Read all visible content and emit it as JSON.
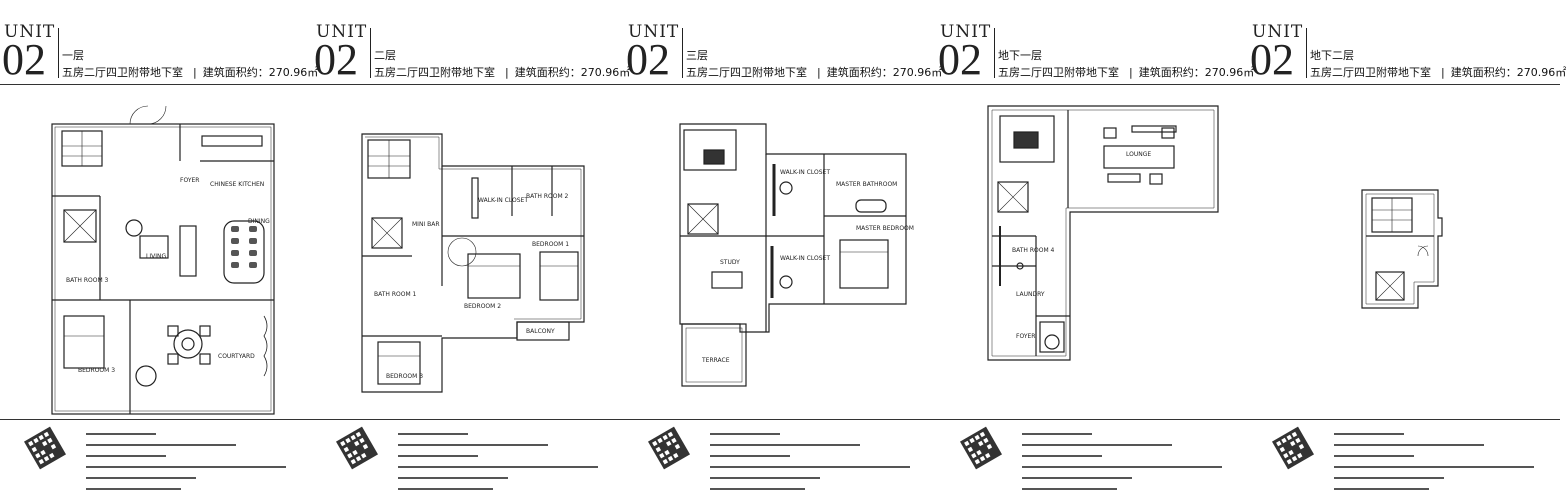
{
  "panels": [
    {
      "unit_label": "UNIT",
      "unit_number": "02",
      "floor": "一层",
      "layout": "五房二厅四卫附带地下室",
      "area_label": "建筑面积约：270.96㎡",
      "rooms": [
        "FOYER",
        "CHINESE KITCHEN",
        "DINING",
        "LIVING",
        "BATH ROOM 3",
        "BEDROOM 3",
        "COURTYARD"
      ]
    },
    {
      "unit_label": "UNIT",
      "unit_number": "02",
      "floor": "二层",
      "layout": "五房二厅四卫附带地下室",
      "area_label": "建筑面积约：270.96㎡",
      "rooms": [
        "WALK-IN CLOSET",
        "BATH ROOM 2",
        "MINI BAR",
        "BEDROOM 1",
        "BEDROOM 2",
        "BATH ROOM 1",
        "BALCONY",
        "BEDROOM 3"
      ]
    },
    {
      "unit_label": "UNIT",
      "unit_number": "02",
      "floor": "三层",
      "layout": "五房二厅四卫附带地下室",
      "area_label": "建筑面积约：270.96㎡",
      "rooms": [
        "WALK-IN CLOSET",
        "MASTER BATHROOM",
        "MASTER BEDROOM",
        "WALK-IN CLOSET",
        "STUDY",
        "TERRACE"
      ]
    },
    {
      "unit_label": "UNIT",
      "unit_number": "02",
      "floor": "地下一层",
      "layout": "五房二厅四卫附带地下室",
      "area_label": "建筑面积约：270.96㎡",
      "rooms": [
        "LOUNGE",
        "BATH ROOM 4",
        "LAUNDRY",
        "FOYER"
      ]
    },
    {
      "unit_label": "UNIT",
      "unit_number": "02",
      "floor": "地下二层",
      "layout": "五房二厅四卫附带地下室",
      "area_label": "建筑面积约：270.96㎡",
      "rooms": []
    }
  ],
  "icons": {
    "plan": "floor-plan-drawing",
    "keyplan": "site-key-plan-icon"
  },
  "colors": {
    "line": "#222222",
    "background": "#ffffff"
  }
}
